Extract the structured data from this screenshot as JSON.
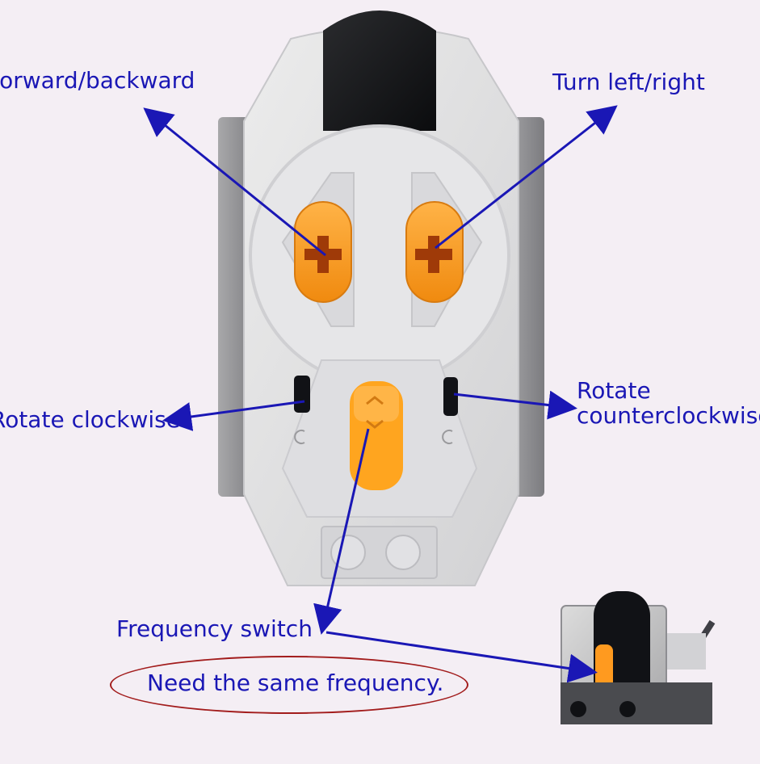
{
  "diagram": {
    "labels": {
      "forward_backward": "Forward/backward",
      "turn_left_right": "Turn left/right",
      "rotate_clockwise": "Rotate clockwise",
      "rotate_counterclockwise_line1": "Rotate",
      "rotate_counterclockwise_line2": "counterclockwise",
      "frequency_switch": "Frequency switch",
      "same_frequency_note": "Need the same frequency."
    },
    "colors": {
      "background": "#f4eef4",
      "label_text": "#1a17b5",
      "arrow": "#1a17b5",
      "note_outline": "#a21c1c",
      "remote_body": "#dcdbdc",
      "remote_shadow": "#bcbcbc",
      "orange_control": "#ff9a1f",
      "black_cap": "#0f1012"
    },
    "icons": {
      "arrow": "arrow-icon",
      "remote": "remote-control-illustration",
      "receiver": "ir-receiver-illustration"
    }
  }
}
